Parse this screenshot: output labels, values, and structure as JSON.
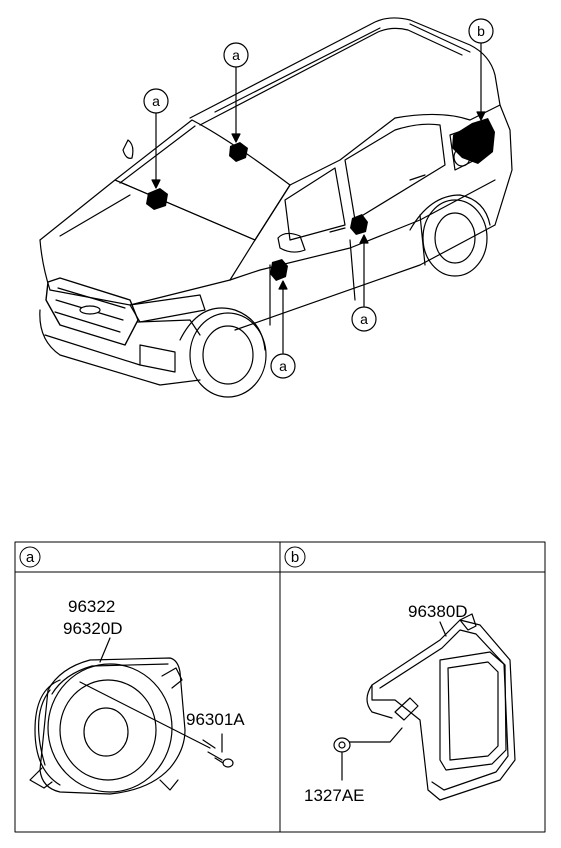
{
  "callouts": {
    "windshield_left": "a",
    "windshield_right": "a",
    "rear_quarter": "b",
    "rear_door": "a",
    "front_door": "a"
  },
  "legend": {
    "panel_a_letter": "a",
    "panel_b_letter": "b"
  },
  "parts": {
    "a_line1": "96322",
    "a_line2": "96320D",
    "a_screw": "96301A",
    "b_woofer": "96380D",
    "b_nut": "1327AE"
  }
}
